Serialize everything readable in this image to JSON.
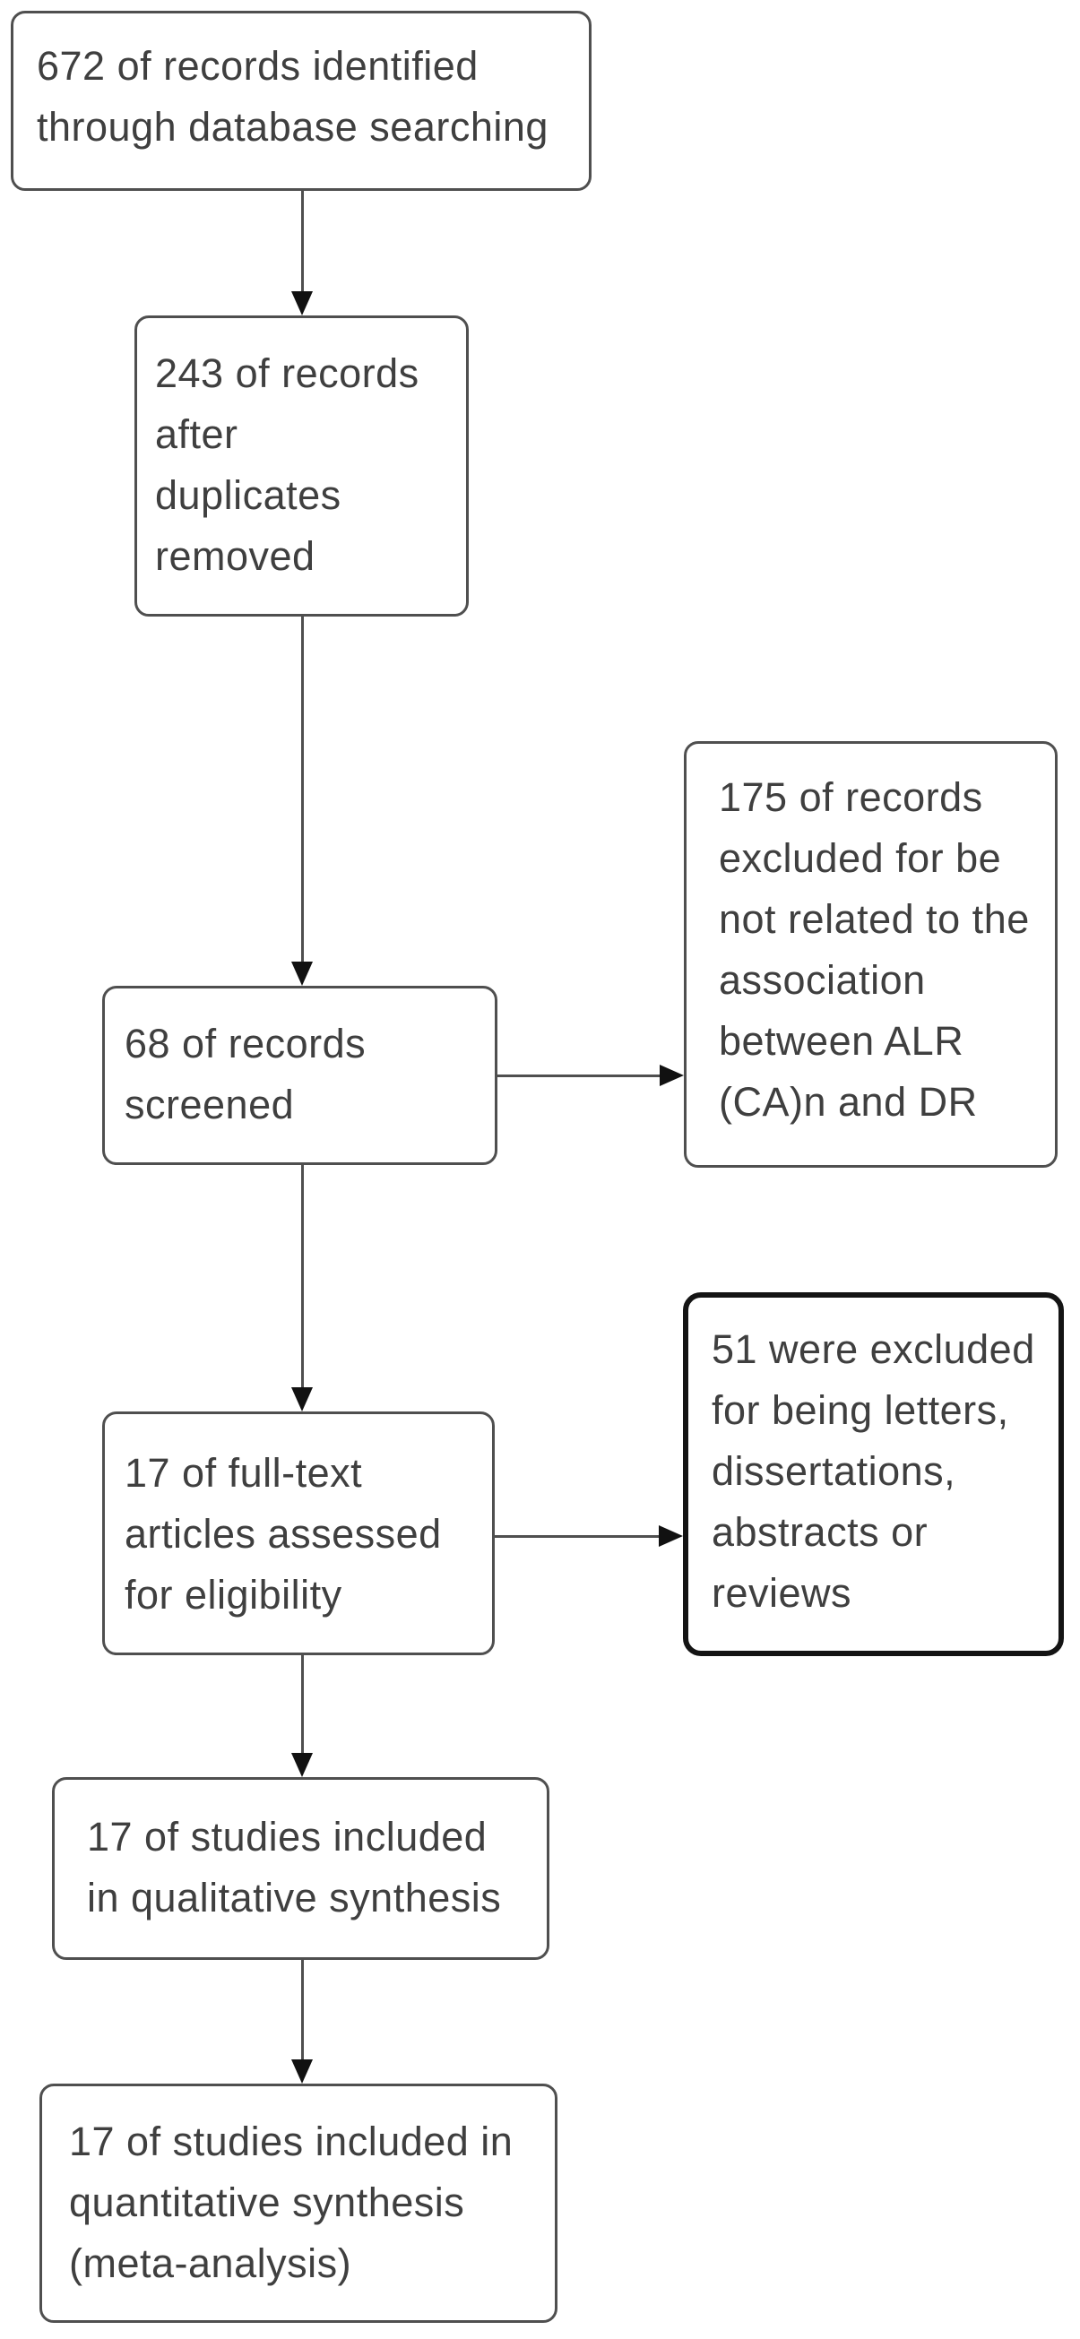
{
  "diagram": {
    "type": "study-selection-flowchart",
    "boxes": {
      "identified": {
        "id": "records-identified",
        "text": "672 of records identified\nthrough database searching",
        "count": 672
      },
      "dedup": {
        "id": "records-after-duplicates-removed",
        "text": "243 of records\nafter\nduplicates\nremoved",
        "count": 243
      },
      "screened": {
        "id": "records-screened",
        "text": "68 of records\nscreened",
        "count": 68
      },
      "excluded_records": {
        "id": "records-excluded",
        "text": "175 of records\nexcluded for be\nnot related to the\nassociation\nbetween ALR\n(CA)n and DR",
        "count": 175
      },
      "fulltext": {
        "id": "fulltext-assessed",
        "text": "17 of full-text\narticles assessed\nfor eligibility",
        "count": 17
      },
      "excluded_fulltext": {
        "id": "fulltext-excluded",
        "text": "51 were excluded\nfor being letters,\ndissertations,\nabstracts or\nreviews",
        "count": 51
      },
      "qualitative": {
        "id": "qualitative-synthesis",
        "text": "17 of studies included\nin qualitative synthesis",
        "count": 17
      },
      "quantitative": {
        "id": "quantitative-synthesis",
        "text": "17 of studies included in\nquantitative synthesis\n(meta-analysis)",
        "count": 17
      }
    },
    "edges": [
      {
        "from": "records-identified",
        "to": "records-after-duplicates-removed",
        "direction": "down"
      },
      {
        "from": "records-after-duplicates-removed",
        "to": "records-screened",
        "direction": "down"
      },
      {
        "from": "records-screened",
        "to": "records-excluded",
        "direction": "right"
      },
      {
        "from": "records-screened",
        "to": "fulltext-assessed",
        "direction": "down"
      },
      {
        "from": "fulltext-assessed",
        "to": "fulltext-excluded",
        "direction": "right"
      },
      {
        "from": "fulltext-assessed",
        "to": "qualitative-synthesis",
        "direction": "down"
      },
      {
        "from": "qualitative-synthesis",
        "to": "quantitative-synthesis",
        "direction": "down"
      }
    ],
    "colors": {
      "background": "#ffffff",
      "box_background": "#ffffff",
      "box_border": "#4f4f4f",
      "box_border_emphasis": "#141414",
      "text": "#3f3f3f",
      "connector": "#4f4f4f",
      "arrowhead": "#111111"
    }
  }
}
